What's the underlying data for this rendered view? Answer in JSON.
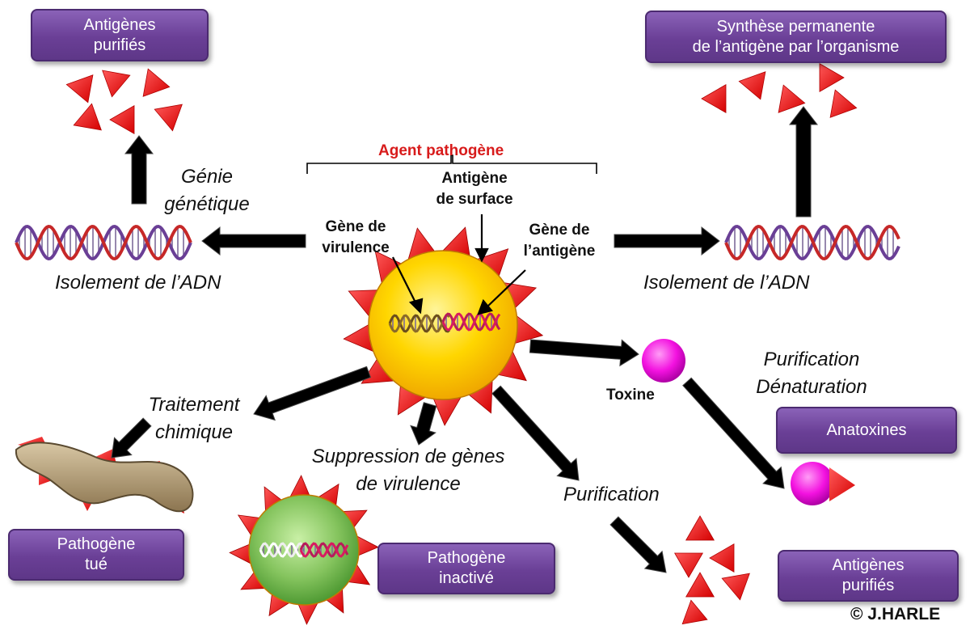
{
  "boxes": {
    "top_left": [
      "Antigènes",
      "purifiés"
    ],
    "top_right": [
      "Synthèse permanente",
      "de l’antigène par l’organisme"
    ],
    "anatoxines": [
      "Anatoxines"
    ],
    "bottom_right": [
      "Antigènes",
      "purifiés"
    ],
    "pathogene_tue": [
      "Pathogène",
      "tué"
    ],
    "pathogene_inactive": [
      "Pathogène",
      "inactivé"
    ]
  },
  "labels": {
    "agent_pathogene": "Agent pathogène",
    "antigene_surface": [
      "Antigène",
      "de surface"
    ],
    "gene_virulence": [
      "Gène de",
      "virulence"
    ],
    "gene_antigene": [
      "Gène de",
      "l’antigène"
    ],
    "genie_genetique": [
      "Génie",
      "génétique"
    ],
    "isolement_left": "Isolement de l’ADN",
    "isolement_right": "Isolement de l’ADN",
    "toxine": "Toxine",
    "purification_denaturation": [
      "Purification",
      "Dénaturation"
    ],
    "traitement_chimique": [
      "Traitement",
      "chimique"
    ],
    "suppression": [
      "Suppression de gènes",
      "de virulence"
    ],
    "purification": "Purification",
    "copyright": "© J.HARLE"
  },
  "colors": {
    "box_fill": "#6a3f96",
    "antigen_red": "#e01a1a",
    "cell_yellow": "#ffd600",
    "cell_green": "#7dbf55",
    "toxin_magenta": "#f00fe0",
    "dna_red": "#c62828",
    "dna_purple": "#6a3f96",
    "title_red": "#d81b1b"
  },
  "icons": [
    "triangle-antigen-icon",
    "dna-helix-icon",
    "pathogen-cell-icon",
    "toxin-ball-icon",
    "black-arrow-icon"
  ]
}
